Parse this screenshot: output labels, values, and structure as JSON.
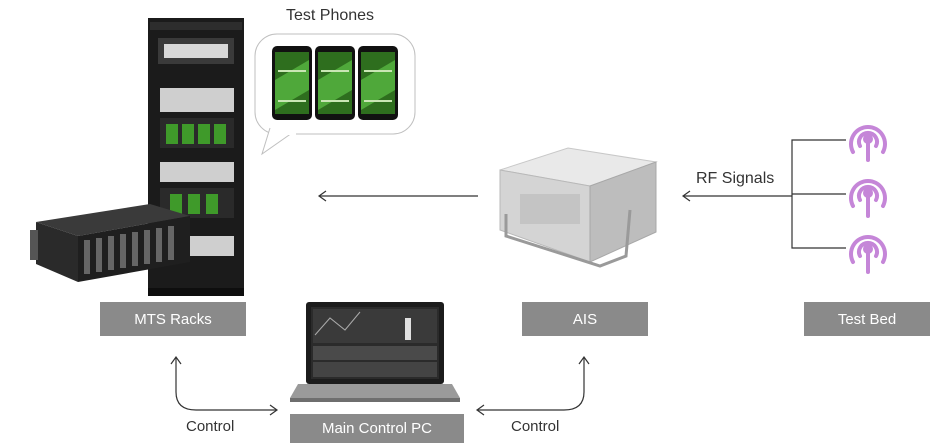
{
  "labels": {
    "test_phones": "Test Phones",
    "rf_signals": "RF Signals",
    "control_left": "Control",
    "control_right": "Control"
  },
  "boxes": {
    "mts_racks": "MTS Racks",
    "ais": "AIS",
    "test_bed": "Test Bed",
    "main_control_pc": "Main Control PC"
  },
  "colors": {
    "box_fill": "#8a8a8a",
    "antenna": "#c586d8",
    "rack": "#1a1a1a",
    "screen_green": "#3f8f2a"
  }
}
